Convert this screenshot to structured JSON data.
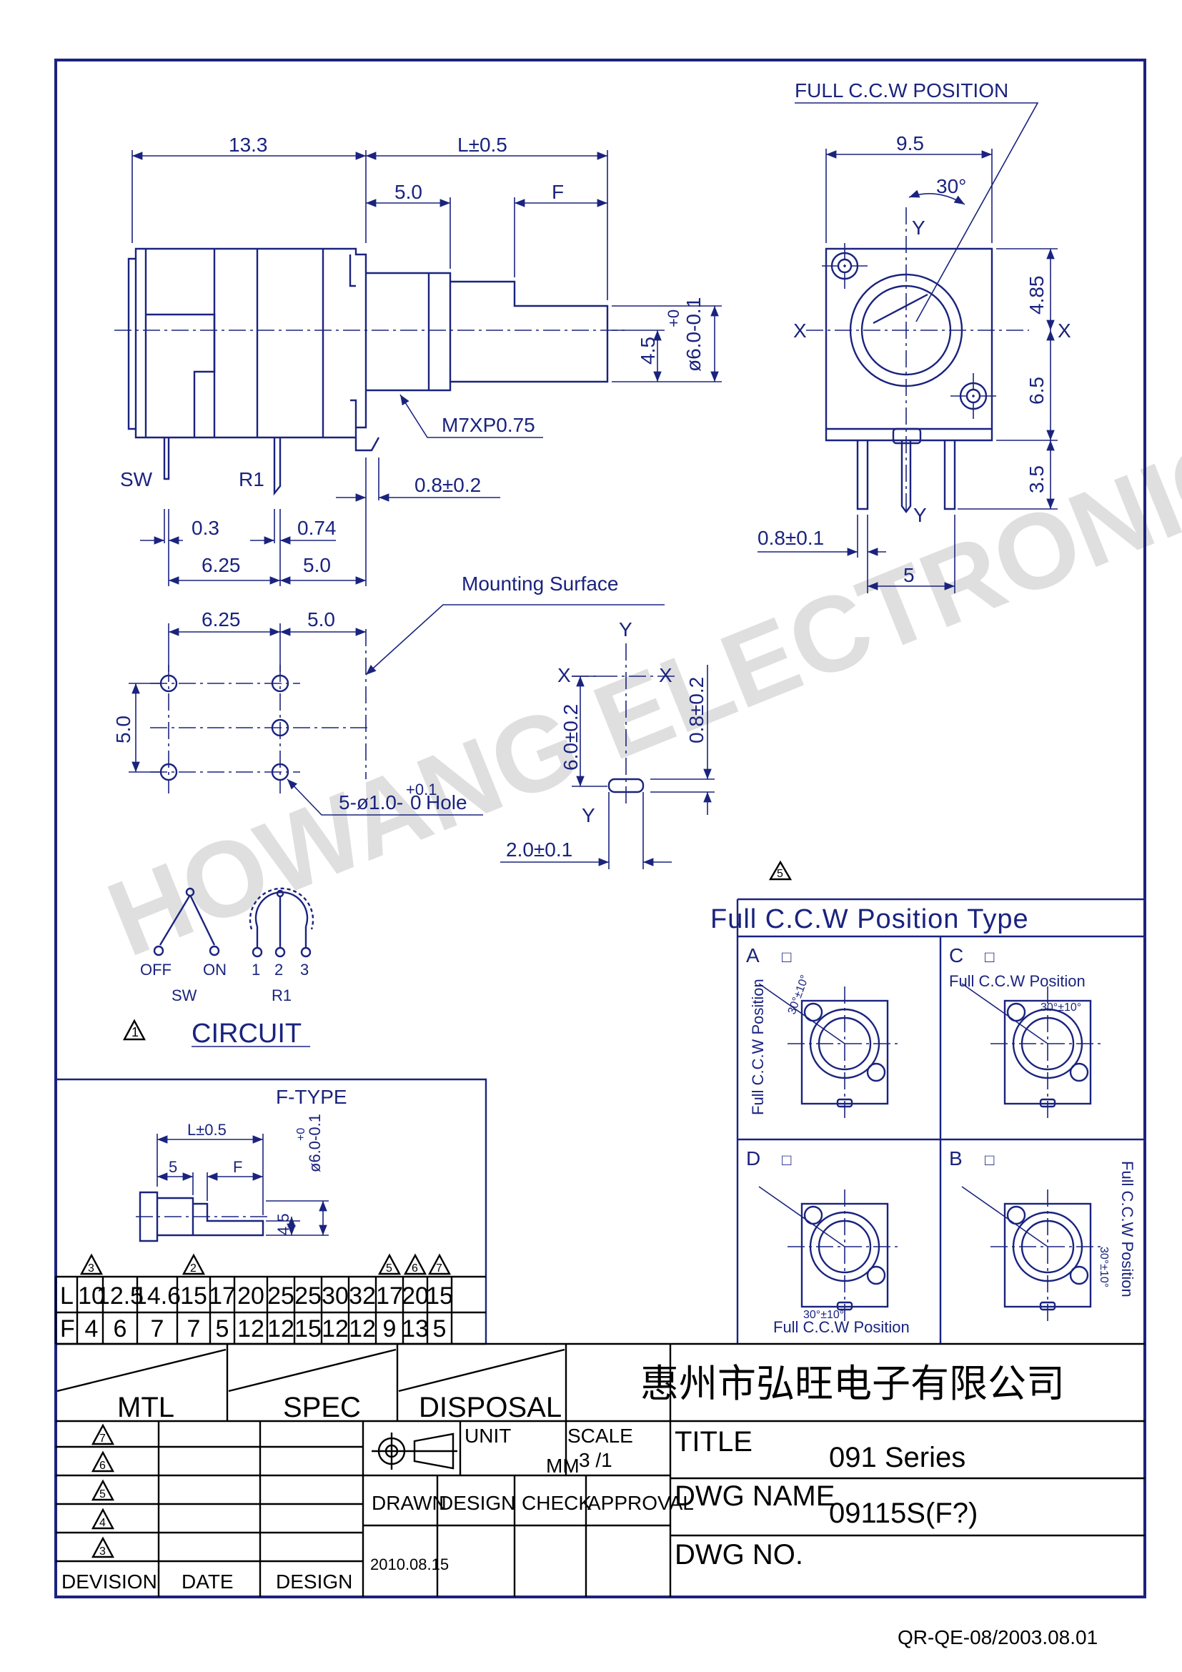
{
  "watermark": "HOWANG ELECTRONICS",
  "side_view": {
    "dim_13_3": "13.3",
    "dim_L": "L±0.5",
    "dim_5_0": "5.0",
    "dim_F": "F",
    "dim_4_5": "4.5",
    "dim_shaft": "ø6.0-0.1",
    "dim_shaft_tol": "+0",
    "thread": "M7XP0.75",
    "label_sw": "SW",
    "label_r1": "R1",
    "dim_0_3": "0.3",
    "dim_0_74": "0.74",
    "dim_0_8": "0.8±0.2",
    "dim_6_25": "6.25",
    "dim_5_0b": "5.0"
  },
  "front_view": {
    "title": "FULL   C.C.W POSITION",
    "dim_9_5": "9.5",
    "angle": "30°",
    "axis_x": "X",
    "axis_y": "Y",
    "dim_4_85": "4.85",
    "dim_6_5": "6.5",
    "dim_3_5": "3.5",
    "dim_0_8": "0.8±0.1",
    "dim_5": "5"
  },
  "pcb_layout": {
    "mounting_surface": "Mounting  Surface",
    "dim_6_25": "6.25",
    "dim_5_0": "5.0",
    "dim_5_0v": "5.0",
    "hole_prefix": "5-ø1.0-",
    "hole_zero": "0",
    "hole_tol": "+0.1",
    "hole_suffix": " Hole"
  },
  "pin_detail": {
    "axis_x": "X",
    "axis_y": "Y",
    "dim_6_0": "6.0±0.2",
    "dim_0_8": "0.8±0.2",
    "dim_2_0": "2.0±0.1"
  },
  "circuit": {
    "label_off": "OFF",
    "label_on": "ON",
    "pin_1": "1",
    "pin_2": "2",
    "pin_3": "3",
    "label_sw": "SW",
    "label_r1": "R1",
    "revision_mark": "1",
    "title": "CIRCUIT"
  },
  "ftype": {
    "title": "F-TYPE",
    "dim_L": "L±0.5",
    "dim_5": "5",
    "dim_F": "F",
    "dim_4_5": "4.5",
    "dim_shaft": "ø6.0-0.1",
    "dim_shaft_tol": "+0",
    "rev_marks": [
      {
        "col": 0,
        "mark": "3"
      },
      {
        "col": 3,
        "mark": "2"
      },
      {
        "col": 10,
        "mark": "5"
      },
      {
        "col": 11,
        "mark": "6"
      },
      {
        "col": 12,
        "mark": "7"
      }
    ],
    "table": {
      "row_L_label": "L",
      "row_F_label": "F",
      "L": [
        "10",
        "12.5",
        "14.6",
        "15",
        "17",
        "20",
        "25",
        "25",
        "30",
        "32",
        "17",
        "20",
        "15"
      ],
      "F": [
        "4",
        "6",
        "7",
        "7",
        "5",
        "12",
        "12",
        "15",
        "12",
        "12",
        "9",
        "13",
        "5"
      ]
    }
  },
  "ccw_types": {
    "rev_mark": "5",
    "title": "Full  C.C.W  Position  Type",
    "panels": [
      {
        "letter": "A",
        "checkbox": "□",
        "label": "Full  C.C.W  Position",
        "angle": "30°±10°"
      },
      {
        "letter": "C",
        "checkbox": "□",
        "label": "Full  C.C.W  Position",
        "angle": "30°±10°"
      },
      {
        "letter": "D",
        "checkbox": "□",
        "label": "Full  C.C.W  Position",
        "angle": "30°±10°"
      },
      {
        "letter": "B",
        "checkbox": "□",
        "label": "Full  C.C.W  Position",
        "angle": "30°±10°"
      }
    ]
  },
  "title_block": {
    "company": "惠州市弘旺电子有限公司",
    "mtl": "MTL",
    "spec": "SPEC",
    "disposal": "DISPOSAL",
    "unit_label": "UNIT",
    "unit_value": "MM",
    "scale_label": "SCALE",
    "scale_value": "3  /1",
    "title_label": "TITLE",
    "title_value": "091  Series",
    "dwg_name_label": "DWG  NAME",
    "dwg_name_value": "09115S(F?)",
    "dwg_no_label": "DWG  NO.",
    "drawn": "DRAWN",
    "design": "DESIGN",
    "check": "CHECK",
    "approval": "APPROVAL",
    "date_value": "2010.08.15",
    "revisions": [
      "7",
      "6",
      "5",
      "4",
      "3"
    ],
    "devision": "DEVISION",
    "date": "DATE",
    "design_col": "DESIGN"
  },
  "footer_code": "QR-QE-08/2003.08.01"
}
